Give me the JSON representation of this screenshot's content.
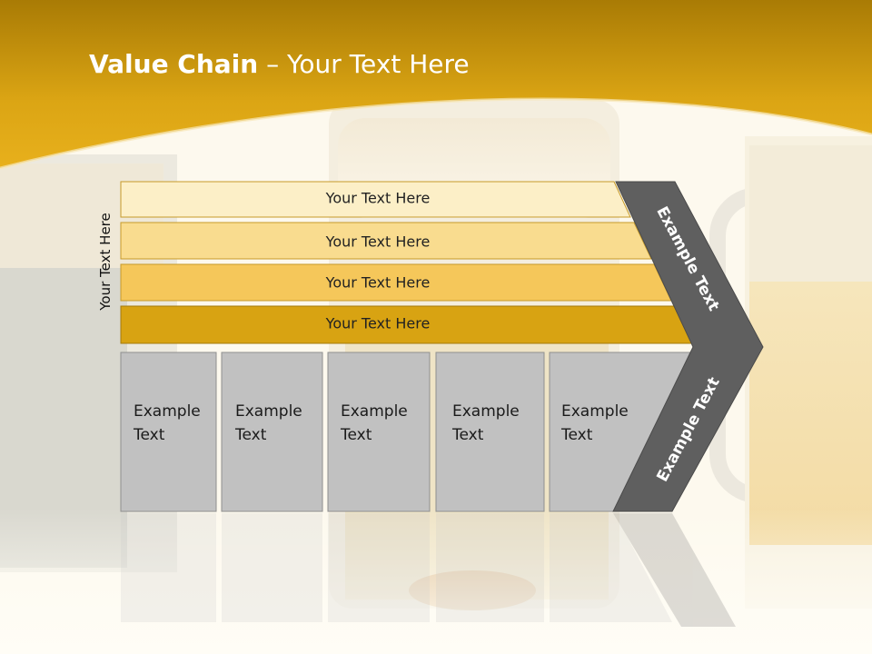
{
  "slide": {
    "title_bold": "Value Chain",
    "title_rest": " – Your Text Here",
    "side_label": "Your Text Here",
    "bars": [
      {
        "label": "Your Text Here",
        "color": "#fcefc7"
      },
      {
        "label": "Your Text Here",
        "color": "#f9dc8f"
      },
      {
        "label": "Your Text Here",
        "color": "#f5c75a"
      },
      {
        "label": "Your Text Here",
        "color": "#d8a312"
      }
    ],
    "boxes": [
      {
        "line1": "Example",
        "line2": "Text"
      },
      {
        "line1": "Example",
        "line2": "Text"
      },
      {
        "line1": "Example",
        "line2": "Text"
      },
      {
        "line1": "Example",
        "line2": "Text"
      },
      {
        "line1": "Example",
        "line2": "Text"
      }
    ],
    "chevron_top_text": "Example Text",
    "chevron_bottom_text": "Example Text",
    "colors": {
      "header_gold": "#e0a812",
      "box_gray": "#c1c1c1",
      "chevron_gray": "#5f5f5f"
    }
  }
}
